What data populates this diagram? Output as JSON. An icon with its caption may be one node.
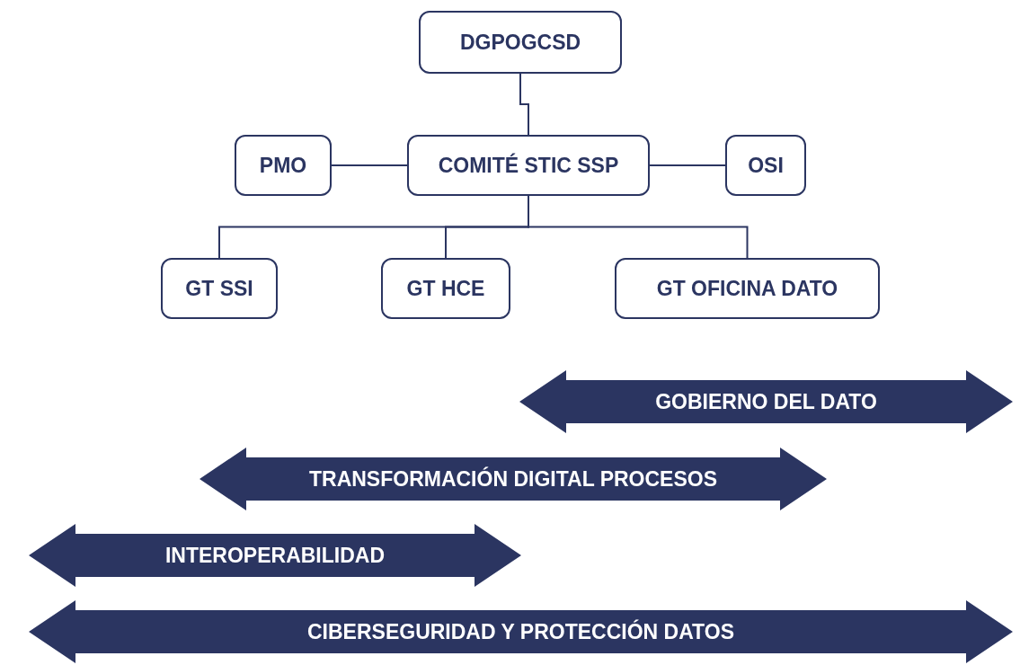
{
  "diagram": {
    "nodes": [
      {
        "text": [
          "DGPOGCSD"
        ]
      },
      {
        "text": [
          "PMO"
        ]
      },
      {
        "text": [
          "COMITÉ STIC SSP"
        ]
      },
      {
        "text": [
          "OSI"
        ]
      },
      {
        "text": [
          "GT SSI"
        ]
      },
      {
        "text": [
          "GT HCE"
        ]
      },
      {
        "text": [
          "GT OFICINA DATO"
        ]
      },
      {
        "text": [
          "GOBIERNO DEL DATO"
        ]
      },
      {
        "text": [
          "TRANSFORMACIÓN DIGITAL PROCESOS"
        ]
      },
      {
        "text": [
          "INTEROPERABILIDAD"
        ]
      },
      {
        "text": [
          "CIBERSEGURIDAD Y PROTECCIÓN DATOS"
        ]
      }
    ],
    "edges": [
      {
        "from": 0,
        "to": 2,
        "arrow": "none"
      },
      {
        "from": 1,
        "to": 2,
        "arrow": "none"
      },
      {
        "from": 2,
        "to": 3,
        "arrow": "none"
      },
      {
        "from": 2,
        "to": 4,
        "arrow": "none"
      },
      {
        "from": 2,
        "to": 5,
        "arrow": "none"
      },
      {
        "from": 2,
        "to": 6,
        "arrow": "none"
      }
    ]
  }
}
